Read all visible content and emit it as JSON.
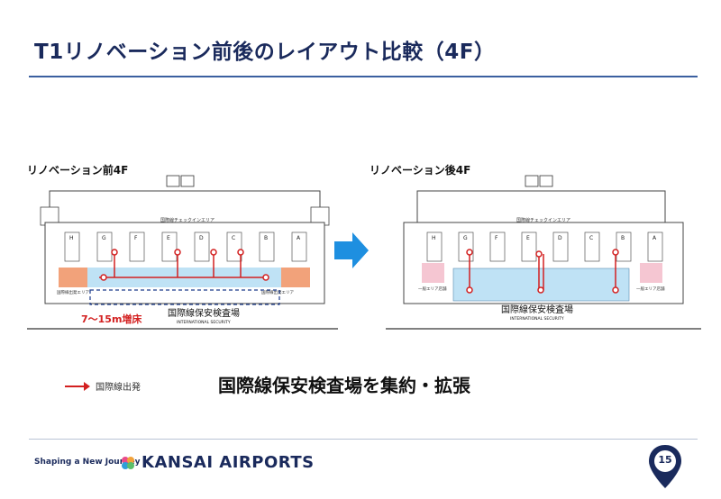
{
  "slide": {
    "title": "T1リノベーション前後のレイアウト比較（4F）",
    "headline": "国際線保安検査場を集約・拡張",
    "page_number": "15"
  },
  "before": {
    "label": "リノベーション前4F",
    "gates": [
      "H",
      "G",
      "F",
      "E",
      "D",
      "C",
      "B",
      "A"
    ],
    "checkin_area": "国際線チェックインエリア",
    "left_area": "国際線出発エリア",
    "right_area": "国際線出発エリア",
    "expansion": "7～15m増床",
    "security_jp": "国際線保安検査場",
    "security_en": "INTERNATIONAL SECURITY"
  },
  "after": {
    "label": "リノベーション後4F",
    "gates": [
      "H",
      "G",
      "F",
      "E",
      "D",
      "C",
      "B",
      "A"
    ],
    "checkin_area": "国際線チェックインエリア",
    "left_area": "一般エリア店舗",
    "right_area": "一般エリア店舗",
    "security_jp": "国際線保安検査場",
    "security_en": "INTERNATIONAL SECURITY"
  },
  "legend": {
    "departure_flow": "国際線出発"
  },
  "footer": {
    "tagline": "Shaping a New Journey",
    "brand": "KANSAI AIRPORTS"
  },
  "colors": {
    "title": "#1a2a5c",
    "flow_red": "#d32020",
    "security_blue": "#bfe2f5",
    "orange_zone": "#f2a27a",
    "pink_zone": "#f5c6d2",
    "arrow_blue": "#1e8fe0"
  }
}
